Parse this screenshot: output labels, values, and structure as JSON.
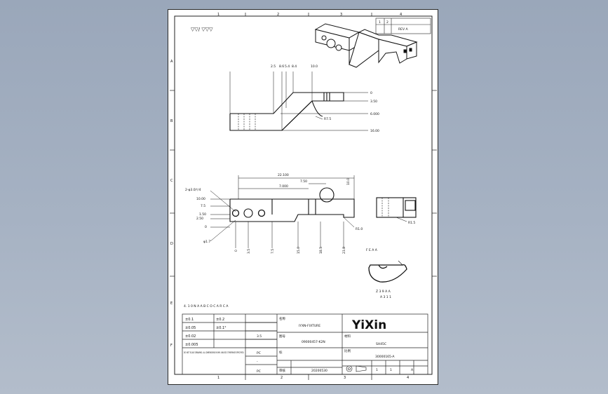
{
  "drawing": {
    "zone_cols_top": [
      "1",
      "2",
      "3",
      "4"
    ],
    "zone_cols_bottom": [
      "1",
      "2",
      "3",
      "4"
    ],
    "zone_rows": [
      "A",
      "B",
      "C",
      "D",
      "E",
      "F"
    ],
    "surface_symbols": "▽▽/ ▽▽▽",
    "top_view": {
      "dims_top": [
        "2.5",
        "8.6",
        "5.4",
        "8.4",
        "10.0"
      ],
      "dims_right": [
        "0",
        "3.50",
        "6.000",
        "16.00"
      ],
      "radius_label": "R7.5"
    },
    "front_view": {
      "dim_overall": "22.100",
      "dim_2": "7.000",
      "dim_3": "7.50",
      "dim_4": "10.0",
      "dims_left": [
        "2-φ3.0/▽4",
        "10.00",
        "7.5",
        "1.50",
        "2.50",
        "0"
      ],
      "dims_bottom": [
        "0",
        "3.5",
        "7.5",
        "15.0",
        "18.5",
        "23.8"
      ],
      "phi_label": "φ1.7",
      "r_label": "R1.0"
    },
    "side_view": {
      "label": "R1.5"
    },
    "detail_view": {
      "title": "F E A A",
      "caption_1": "Z 3 9 A A",
      "caption_2": "A 3 1 1"
    },
    "note": "4. 1 0 N A A B C O C A R C A"
  },
  "title_block": {
    "tolerances": [
      {
        "left": "±0.1",
        "right": "±0.2"
      },
      {
        "left": "±0.05",
        "right": "±0.1°"
      },
      {
        "left": "±0.02",
        "right": ""
      },
      {
        "left": "±0.005",
        "right": ""
      }
    ],
    "notes_text": "DO NOT SCALE DRAWING. ALL DIMENSIONS IN MM. UNLESS OTHERWISE SPECIFIED.",
    "mid_cells": [
      "3.5",
      "",
      "PC",
      "-",
      "PC"
    ],
    "drawing_name_label": "名称",
    "drawing_name": "IYXN-FIXTURE",
    "company_logo": "YiXin",
    "drawing_no_label": "图号",
    "drawing_no": "09000457-K2N",
    "material_label": "材料",
    "material": "SH45C",
    "rev_label": "标",
    "part_no": "30000165-A",
    "scale_label": "比例",
    "scale_values": [
      "1",
      "1",
      "A"
    ],
    "approver_label": "审核",
    "date": "20200530"
  },
  "iso_view": {
    "revision": "REV A",
    "rev_table": [
      "1",
      "2"
    ]
  }
}
